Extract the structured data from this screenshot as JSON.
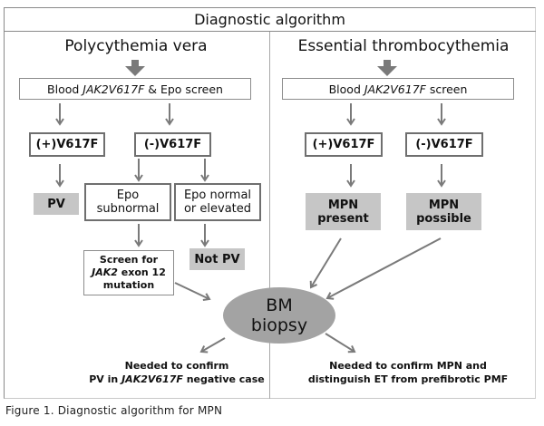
{
  "title": "Diagnostic algorithm",
  "caption": "Figure 1. Diagnostic algorithm for MPN",
  "colors": {
    "grey_fill": "#c6c6c6",
    "ellipse_fill": "#a3a3a3",
    "arrow": "#7a7a7a",
    "border": "#6f6f6f"
  },
  "pv": {
    "heading": "Polycythemia vera",
    "screen": {
      "prefix": "Blood ",
      "gene": "JAK2V617F",
      "suffix": " & Epo screen"
    },
    "pos": "(+)V617F",
    "neg": "(-)V617F",
    "pv_result": "PV",
    "epo_sub": {
      "line1": "Epo",
      "line2": "subnormal"
    },
    "epo_norm": {
      "line1": "Epo normal",
      "line2": "or elevated"
    },
    "not_pv": "Not PV",
    "exon12": {
      "line1": "Screen for",
      "gene": "JAK2",
      "line2_suffix": " exon 12",
      "line3": "mutation"
    },
    "note": {
      "line1": "Needed to confirm",
      "prefix": "PV in ",
      "gene": "JAK2V617F",
      "suffix": " negative case"
    }
  },
  "et": {
    "heading": "Essential thrombocythemia",
    "screen": {
      "prefix": "Blood ",
      "gene": "JAK2V617F",
      "suffix": " screen"
    },
    "pos": "(+)V617F",
    "neg": "(-)V617F",
    "present": {
      "line1": "MPN",
      "line2": "present"
    },
    "possible": {
      "line1": "MPN",
      "line2": "possible"
    },
    "note": {
      "line1": "Needed to confirm MPN and",
      "line2": "distinguish ET from prefibrotic PMF"
    }
  },
  "biopsy": {
    "line1": "BM",
    "line2": "biopsy"
  }
}
